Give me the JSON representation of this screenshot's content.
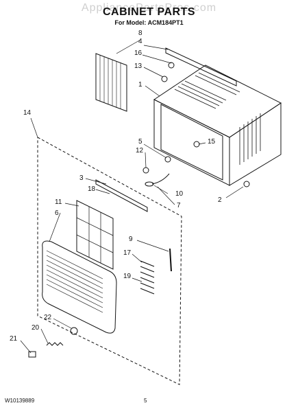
{
  "watermark": "AppliancePartsPros.com",
  "title": "CABINET PARTS",
  "subtitle": "For Model: ACM184PT1",
  "footer": {
    "doc_number": "W10139889",
    "page": "5"
  },
  "callouts": [
    "8",
    "4",
    "16",
    "13",
    "1",
    "5",
    "12",
    "15",
    "14",
    "3",
    "18",
    "10",
    "7",
    "2",
    "11",
    "6",
    "9",
    "17",
    "19",
    "22",
    "20",
    "21"
  ]
}
